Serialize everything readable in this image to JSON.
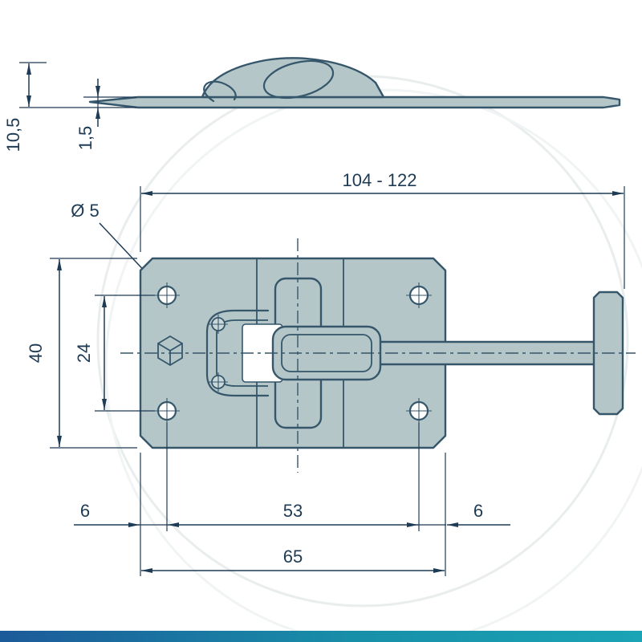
{
  "page": {
    "background": "#ffffff"
  },
  "part_drawing": {
    "description": "technical drawing of a door retainer latch, side view and front view",
    "ink_color": "#35566b",
    "metal_fill_color": "#b4c6c7",
    "dimension_ink_color": "#1e3b55"
  },
  "labels": {
    "overall_height_side": "10,5",
    "material_thickness": "1,5",
    "overall_length_range": "104 - 122",
    "hole_diameter": "Ø 5",
    "plate_height": "40",
    "hole_pitch_vertical": "24",
    "edge_offset_left": "6",
    "hole_pitch_horizontal": "53",
    "edge_offset_right": "6",
    "plate_width": "65"
  },
  "footer_bar": {
    "gradient_left": "#1c5a99",
    "gradient_mid": "#188fa9",
    "gradient_right": "#1aa4b5"
  }
}
